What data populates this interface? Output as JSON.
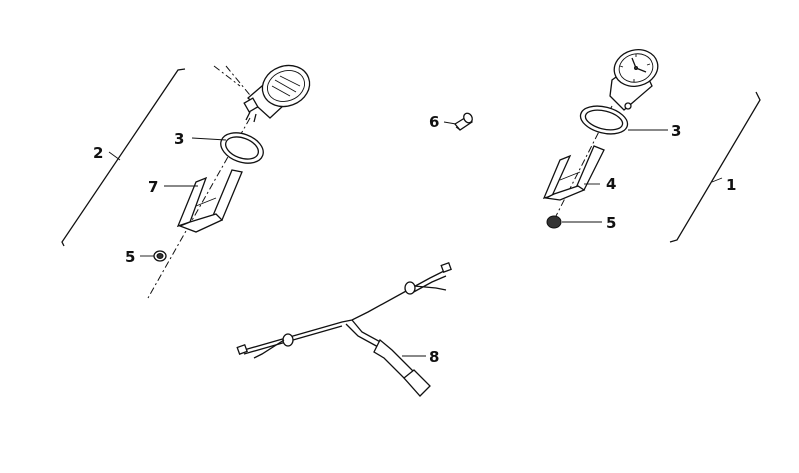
{
  "callouts": {
    "c1": "1",
    "c2": "2",
    "c3_left": "3",
    "c3_right": "3",
    "c4": "4",
    "c5_left": "5",
    "c5_right": "5",
    "c6": "6",
    "c7": "7",
    "c8": "8"
  }
}
